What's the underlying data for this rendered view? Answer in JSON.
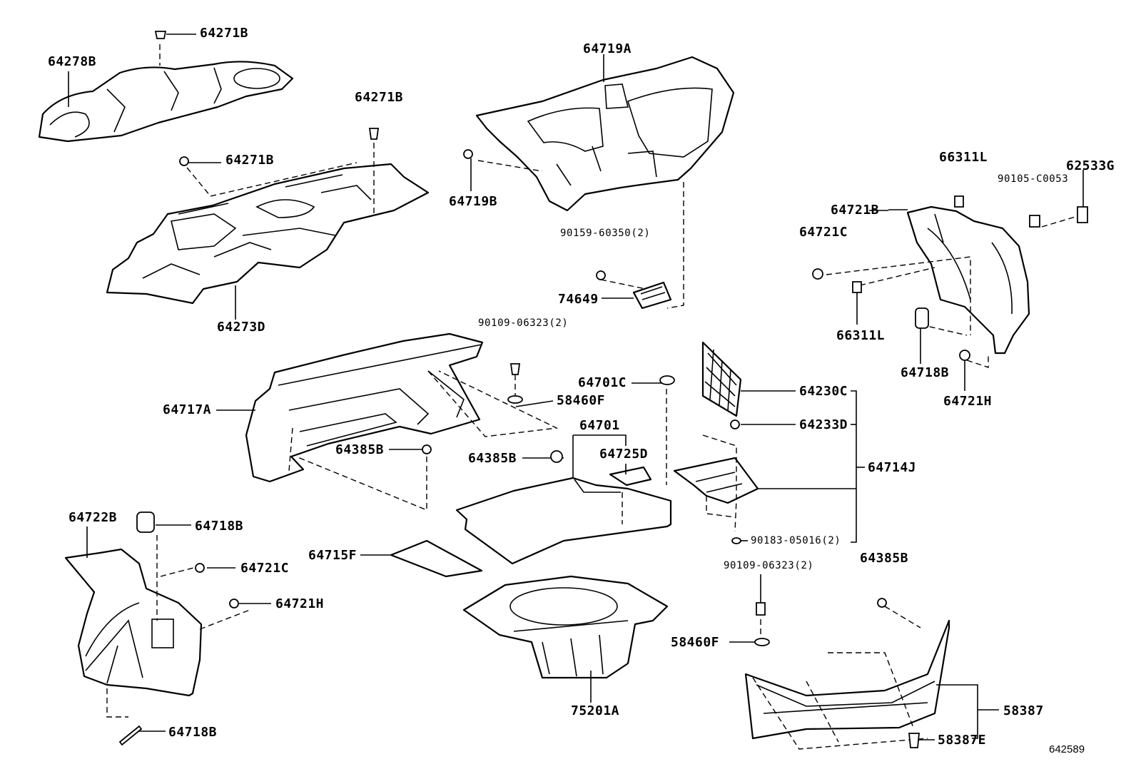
{
  "diagram": {
    "reference_number": "642589",
    "labels": {
      "l_64271b_top": "64271B",
      "l_64278b": "64278B",
      "l_64271b_mid": "64271B",
      "l_64271b_left": "64271B",
      "l_64273d": "64273D",
      "l_64719a": "64719A",
      "l_64719b": "64719B",
      "l_90159_60350": "90159-60350(2)",
      "l_74649": "74649",
      "l_90109_06323_top": "90109-06323(2)",
      "l_58460f_top": "58460F",
      "l_64717a": "64717A",
      "l_64385b_left": "64385B",
      "l_64385b_mid": "64385B",
      "l_64701c": "64701C",
      "l_64701": "64701",
      "l_64725d": "64725D",
      "l_64230c": "64230C",
      "l_64233d": "64233D",
      "l_64714j": "64714J",
      "l_90183_05016": "90183-05016(2)",
      "l_66311l_top": "66311L",
      "l_62533g": "62533G",
      "l_90105_c0053": "90105-C0053",
      "l_64721b": "64721B",
      "l_64721c_right": "64721C",
      "l_66311l_bottom": "66311L",
      "l_64718b_right": "64718B",
      "l_64721h_right": "64721H",
      "l_64722b": "64722B",
      "l_64718b_left": "64718B",
      "l_64721c_left": "64721C",
      "l_64721h_left": "64721H",
      "l_64718b_bottom": "64718B",
      "l_64715f": "64715F",
      "l_75201a": "75201A",
      "l_90109_06323_bottom": "90109-06323(2)",
      "l_64385b_right": "64385B",
      "l_58460f_bottom": "58460F",
      "l_58387": "58387",
      "l_58387e": "58387E"
    }
  }
}
